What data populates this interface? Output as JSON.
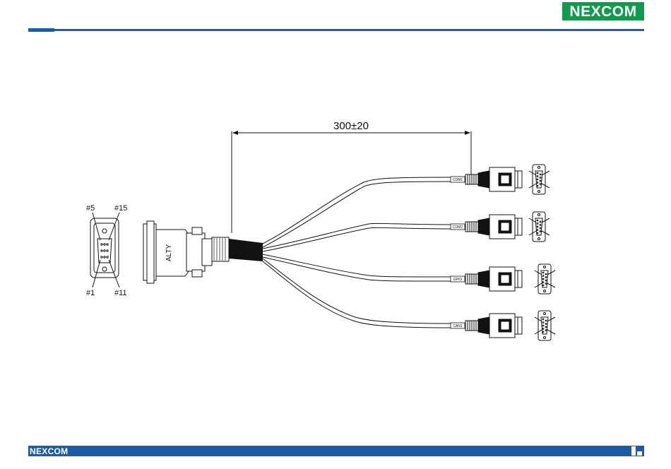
{
  "brand": {
    "logo_text": "NEXCOM",
    "color_green": "#0f9a4e",
    "color_blue": "#1f5aa6"
  },
  "drawing": {
    "dimension": "300±20",
    "pin_labels": {
      "top_left": "#5",
      "top_right": "#15",
      "bottom_left": "#1",
      "bottom_right": "#11"
    },
    "connector_marking": "ALTY",
    "connectors": [
      {
        "label": "COM1"
      },
      {
        "label": "COM2"
      },
      {
        "label": "GPIO"
      },
      {
        "label": "CAN1"
      }
    ]
  }
}
